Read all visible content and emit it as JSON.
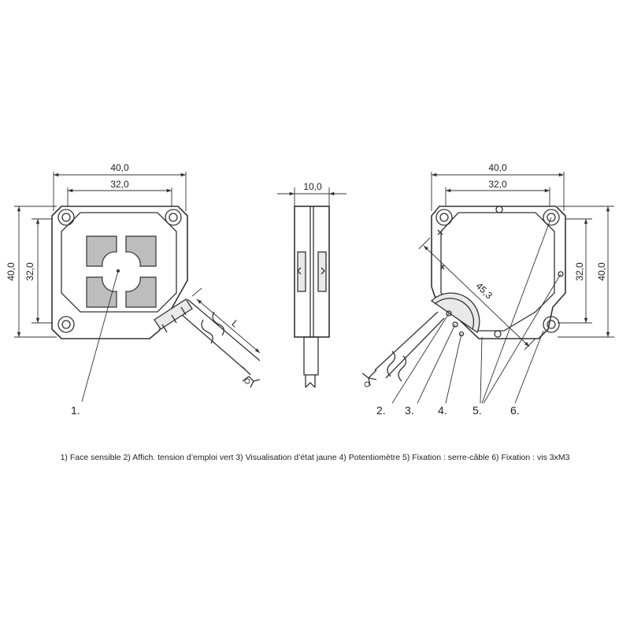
{
  "dimensions": {
    "front_width_outer": "40,0",
    "front_width_inner": "32,0",
    "front_height_outer": "40,0",
    "front_height_inner": "32,0",
    "side_thickness": "10,0",
    "rear_width_outer": "40,0",
    "rear_width_inner": "32,0",
    "rear_height_inner": "32,0",
    "rear_height_outer": "40,0",
    "diagonal": "45,3",
    "cable_length": "L"
  },
  "callouts": [
    "1.",
    "2.",
    "3.",
    "4.",
    "5.",
    "6."
  ],
  "legend": "1) Face sensible  2) Affich. tension d’emploi vert  3) Visualisation d’état jaune  4) Potentiomètre  5) Fixation : serre-câble  6) Fixation : vis 3xM3"
}
